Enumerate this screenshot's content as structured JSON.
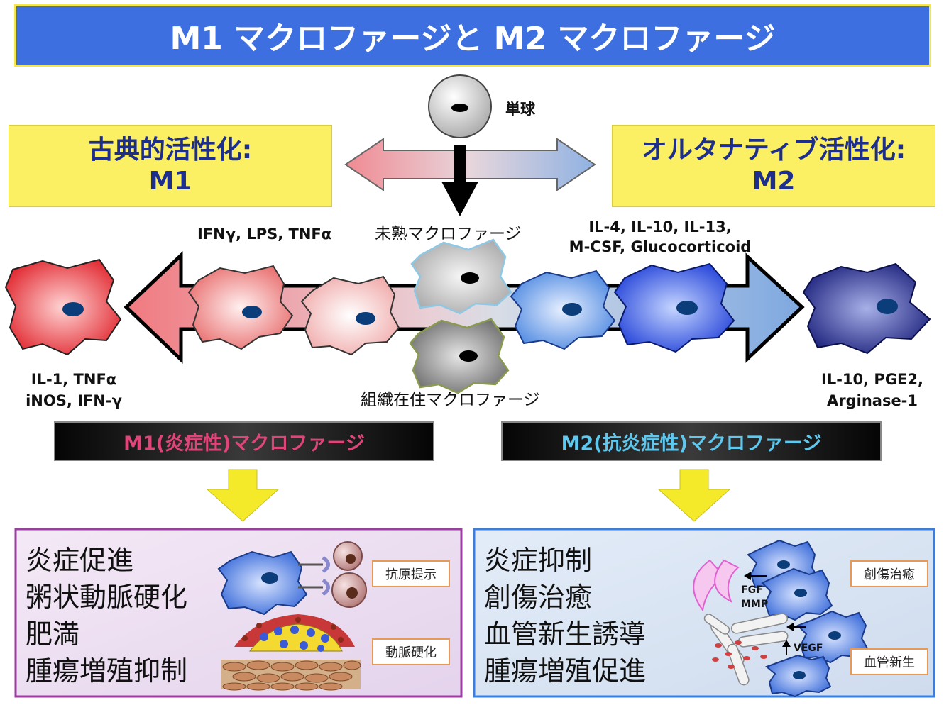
{
  "title": "M1 マクロファージと M2 マクロファージ",
  "monocyte_label": "単球",
  "m1_box": {
    "line1": "古典的活性化:",
    "line2": "M1"
  },
  "m2_box": {
    "line1": "オルタナティブ活性化:",
    "line2": "M2"
  },
  "immature_label": "未熟マクロファージ",
  "tissue_label": "組織在住マクロファージ",
  "m1_stimuli": "IFNγ, LPS, TNFα",
  "m2_stimuli": {
    "line1": "IL-4, IL-10, IL-13,",
    "line2": "M-CSF, Glucocorticoid"
  },
  "m1_products": {
    "line1": "IL-1, TNFα",
    "line2": "iNOS, IFN-γ"
  },
  "m2_products": {
    "line1": "IL-10, PGE2,",
    "line2": "Arginase-1"
  },
  "m1_bar": "M1(炎症性)マクロファージ",
  "m2_bar": "M2(抗炎症性)マクロファージ",
  "m1_effects": [
    "炎症促進",
    "粥状動脈硬化",
    "肥満",
    "腫瘍増殖抑制"
  ],
  "m2_effects": [
    "炎症抑制",
    "創傷治癒",
    "血管新生誘導",
    "腫瘍増殖促進"
  ],
  "m1_tags": {
    "antigen": "抗原提示",
    "atherosclerosis": "動脈硬化"
  },
  "m2_tags": {
    "wound": "創傷治癒",
    "angiogenesis": "血管新生"
  },
  "m2_factors": {
    "fgf": "FGF",
    "mmp": "MMP",
    "vegf": "VEGF"
  },
  "colors": {
    "title_bg": "#3d6fe0",
    "yellow": "#fbf063",
    "m1_text": "#e0457a",
    "m2_text": "#5fc8ee"
  }
}
